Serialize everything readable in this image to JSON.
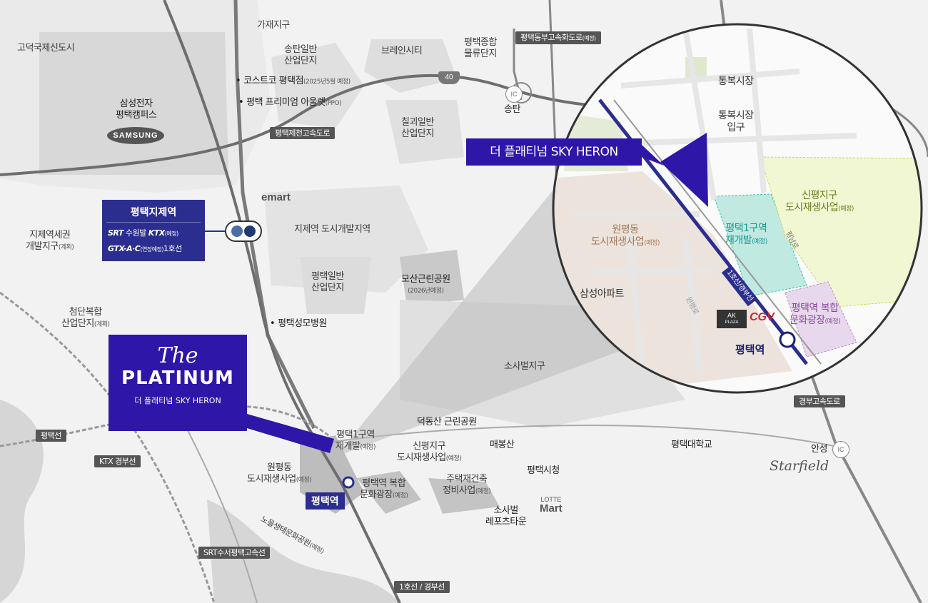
{
  "map": {
    "regions": {
      "godeok": "고덕국제신도시",
      "gajae": "가재지구",
      "songtan_ind": [
        "송탄일반",
        "산업단지"
      ],
      "brain": "브레인시티",
      "logistics": [
        "평택종합",
        "물류단지"
      ],
      "chilgoe": [
        "칠괴일반",
        "산업단지"
      ],
      "jijeyeok_new": [
        "지제역세권",
        "개발지구"
      ],
      "jijeyeok_new_sub": "(계획)",
      "jijeyeok_city": "지제역 도시개발지역",
      "pyeongtaek_ind": [
        "평택일반",
        "산업단지"
      ],
      "cheomdan": [
        "첨단복합",
        "산업단지"
      ],
      "cheomdan_sub": "(계획)",
      "sosabeol": "소사벌지구",
      "wonpyeong": [
        "원평동",
        "도시재생사업"
      ],
      "wonpyeong_sub": "(예정)",
      "pt1_redev": [
        "평택1구역",
        "재개발"
      ],
      "pt1_redev_sub": "(예정)",
      "sinpyeong": [
        "신평지구",
        "도시재생사업"
      ],
      "sinpyeong_sub": "(예정)",
      "station_plaza": [
        "평택역 복합",
        "문화광장"
      ],
      "station_plaza_sub": "(예정)",
      "housing": [
        "주택재건축",
        "정비사업"
      ],
      "housing_sub": "(예정)",
      "sosabeol_sports": [
        "소사벌",
        "레포츠타운"
      ]
    },
    "pois": {
      "samsung_campus": [
        "삼성전자",
        "평택캠퍼스"
      ],
      "samsung_logo": "SAMSUNG",
      "costco": "코스트코 평택점",
      "costco_sub": "(2025년5월 예정)",
      "outlet": "평택 프리미엄 아울렛",
      "outlet_sub": "(PPO)",
      "emart": "emart",
      "mosan_park": "모산근린공원",
      "mosan_park_sub": "(2026년예정)",
      "hospital": "평택성모병원",
      "deokdongsan": "덕동산 근린공원",
      "maebongsan": "매봉산",
      "city_hall": "평택시청",
      "lotte_a": "LOTTE",
      "lotte_b": "Mart",
      "university": "평택대학교",
      "anseong": "안성",
      "songtan": "송탄",
      "starfield": "Starfield",
      "ic": "IC",
      "hwy40": "40"
    },
    "roads": {
      "east_hwy": "평택동부고속화도로",
      "east_hwy_sub": "(예정)",
      "jecheon_hwy": "평택제천고속도로",
      "gyeongbu_hwy": "경부고속도로",
      "pt_line": "평택선",
      "ktx": "KTX 경부선",
      "srt": "SRT수서평택고속선",
      "line1": "1호선 / 경부선",
      "noeul_park": "노을생태문화공원",
      "noeul_park_sub": "(예정)"
    },
    "jije_station": {
      "title": "평택지제역",
      "srt_logo": "SRT",
      "row1_text": "수원발",
      "ktx_logo": "KTX",
      "row1_sub": "(예정)",
      "gtx_logo": "GTX-A·C",
      "row2_sub": "(연장예정)",
      "row2_text": "1호선"
    },
    "platinum": {
      "the": "The",
      "name": "PLATINUM",
      "subtitle": "더 플래티넘 SKY HERON"
    },
    "pt_station_label": "평택역"
  },
  "inset": {
    "callout": "더 플래티넘 SKY HERON",
    "tongbok_market": "통복시장",
    "tongbok_entrance": [
      "통복시장",
      "입구"
    ],
    "sinpyeong": [
      "신평지구",
      "도시재생사업"
    ],
    "sinpyeong_sub": "(예정)",
    "pt1": [
      "평택1구역",
      "재개발"
    ],
    "pt1_sub": "(예정)",
    "wonpyeong": [
      "원평동",
      "도시재생사업"
    ],
    "wonpyeong_sub": "(예정)",
    "samsung_apt": "삼성아파트",
    "pyeongnam_ro": "평남로",
    "wonpyeong_ro": "원평로",
    "rail_label": "1호선/경부선",
    "plaza": [
      "평택역 복합",
      "문화광장"
    ],
    "plaza_sub": "(예정)",
    "ak_a": "AK",
    "ak_b": "PLAZA",
    "cgv": "CGV",
    "station": "평택역"
  },
  "colors": {
    "brand": "#2e16a8",
    "station_navy": "#2b2e8f",
    "cgv_red": "#d5232a",
    "teal": "#3dbfb4",
    "lime": "#c8d94f",
    "lavender": "#b88fc9"
  }
}
